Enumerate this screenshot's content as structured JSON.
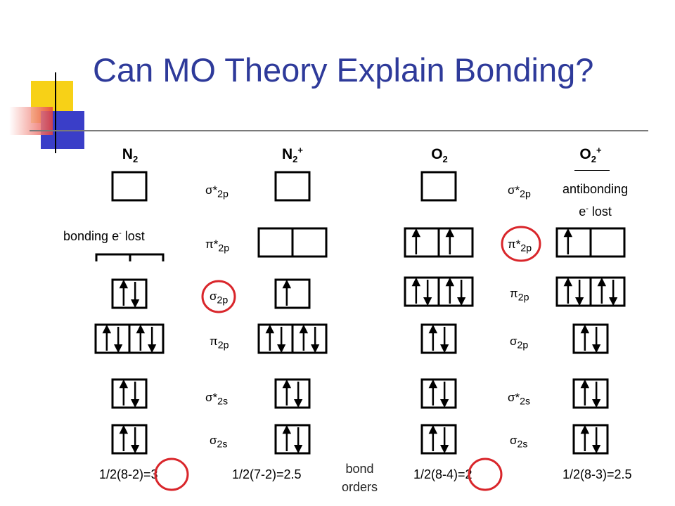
{
  "title": "Can MO Theory Explain Bonding?",
  "columns": [
    {
      "species": "N",
      "sub": "2",
      "sup": ""
    },
    {
      "species": "N",
      "sub": "2",
      "sup": "+"
    },
    {
      "species": "O",
      "sub": "2",
      "sup": ""
    },
    {
      "species": "O",
      "sub": "2",
      "sup": "+"
    }
  ],
  "orbital_labels_left": [
    {
      "sym": "σ*",
      "sub": "2p"
    },
    {
      "sym": "π*",
      "sub": "2p"
    },
    {
      "sym": "σ",
      "sub": "2p"
    },
    {
      "sym": "π",
      "sub": "2p"
    },
    {
      "sym": "σ*",
      "sub": "2s"
    },
    {
      "sym": "σ",
      "sub": "2s"
    }
  ],
  "orbital_labels_right": [
    {
      "sym": "σ*",
      "sub": "2p"
    },
    {
      "sym": "π*",
      "sub": "2p"
    },
    {
      "sym": "π",
      "sub": "2p"
    },
    {
      "sym": "σ",
      "sub": "2p"
    },
    {
      "sym": "σ*",
      "sub": "2s"
    },
    {
      "sym": "σ",
      "sub": "2s"
    }
  ],
  "annotations": {
    "bonding_lost_pre": "bonding e",
    "bonding_lost_sup": "-",
    "bonding_lost_post": " lost",
    "antibonding_line1": "antibonding",
    "antibonding_line2_pre": "e",
    "antibonding_line2_sup": "-",
    "antibonding_line2_post": " lost",
    "bond_orders_line1": "bond",
    "bond_orders_line2": "orders"
  },
  "bond_orders": [
    "1/2(8-2)=3",
    "1/2(7-2)=2.5",
    "1/2(8-4)=2",
    "1/2(8-3)=2.5"
  ],
  "colors": {
    "title": "#2e3a9a",
    "highlight_circle": "#d9262b",
    "deco_yellow": "#f7d117",
    "deco_blue": "#3a3ec8",
    "deco_red": "#e8413a"
  },
  "diagram": {
    "N2": [
      {
        "level": "σ*2p",
        "boxes": 1,
        "electrons": [
          0
        ]
      },
      {
        "level": "π*2p",
        "boxes": 0,
        "electrons": []
      },
      {
        "level": "σ2p",
        "boxes": 1,
        "electrons": [
          2
        ]
      },
      {
        "level": "π2p",
        "boxes": 2,
        "electrons": [
          2,
          2
        ]
      },
      {
        "level": "σ*2s",
        "boxes": 1,
        "electrons": [
          2
        ]
      },
      {
        "level": "σ2s",
        "boxes": 1,
        "electrons": [
          2
        ]
      }
    ],
    "N2+": [
      {
        "level": "σ*2p",
        "boxes": 1,
        "electrons": [
          0
        ]
      },
      {
        "level": "π*2p",
        "boxes": 2,
        "electrons": [
          0,
          0
        ]
      },
      {
        "level": "σ2p",
        "boxes": 1,
        "electrons": [
          1
        ]
      },
      {
        "level": "π2p",
        "boxes": 2,
        "electrons": [
          2,
          2
        ]
      },
      {
        "level": "σ*2s",
        "boxes": 1,
        "electrons": [
          2
        ]
      },
      {
        "level": "σ2s",
        "boxes": 1,
        "electrons": [
          2
        ]
      }
    ],
    "O2": [
      {
        "level": "σ*2p",
        "boxes": 1,
        "electrons": [
          0
        ]
      },
      {
        "level": "π*2p",
        "boxes": 2,
        "electrons": [
          1,
          1
        ]
      },
      {
        "level": "π2p",
        "boxes": 2,
        "electrons": [
          2,
          2
        ]
      },
      {
        "level": "σ2p",
        "boxes": 1,
        "electrons": [
          2
        ]
      },
      {
        "level": "σ*2s",
        "boxes": 1,
        "electrons": [
          2
        ]
      },
      {
        "level": "σ2s",
        "boxes": 1,
        "electrons": [
          2
        ]
      }
    ],
    "O2+": [
      {
        "level": "π*2p",
        "boxes": 2,
        "electrons": [
          1,
          0
        ]
      },
      {
        "level": "π2p",
        "boxes": 2,
        "electrons": [
          2,
          2
        ]
      },
      {
        "level": "σ2p",
        "boxes": 1,
        "electrons": [
          2
        ]
      },
      {
        "level": "σ*2s",
        "boxes": 1,
        "electrons": [
          2
        ]
      },
      {
        "level": "σ2s",
        "boxes": 1,
        "electrons": [
          2
        ]
      }
    ]
  }
}
